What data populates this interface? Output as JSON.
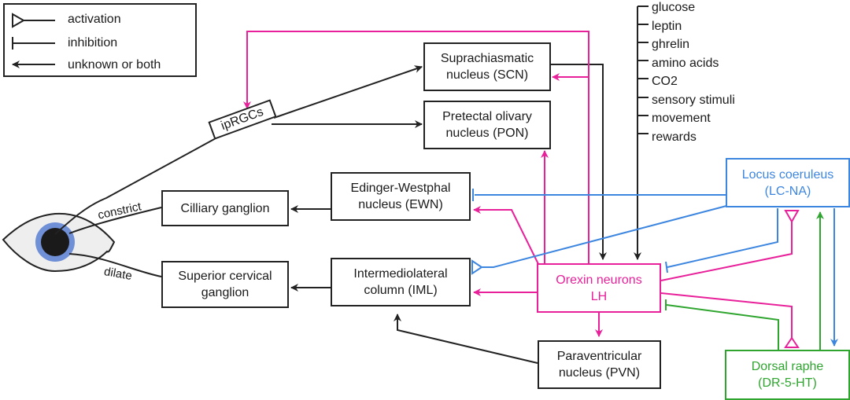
{
  "legend": {
    "activation": "activation",
    "inhibition": "inhibition",
    "unknown": "unknown or both"
  },
  "nodes": {
    "scn": "Suprachiasmatic\nnucleus (SCN)",
    "pon": "Pretectal olivary\nnucleus (PON)",
    "iprgcs": "ipRGCs",
    "ewn": "Edinger-Westphal\nnucleus (EWN)",
    "ciliary": "Cilliary ganglion",
    "iml": "Intermediolateral\ncolumn (IML)",
    "scg": "Superior cervical\nganglion",
    "orexin": "Orexin neurons\nLH",
    "pvn": "Paraventricular\nnucleus (PVN)",
    "lc": "Locus coeruleus\n(LC-NA)",
    "dr": "Dorsal raphe\n(DR-5-HT)"
  },
  "edge_labels": {
    "constrict": "constrict",
    "dilate": "dilate"
  },
  "inputs": [
    "glucose",
    "leptin",
    "ghrelin",
    "amino acids",
    "CO2",
    "sensory stimuli",
    "movement",
    "rewards"
  ],
  "colors": {
    "orexin": "#e8209a",
    "lc": "#3d86e0",
    "dr": "#2fa52f",
    "neutral": "#222222",
    "iris": "#6f8fd6"
  }
}
